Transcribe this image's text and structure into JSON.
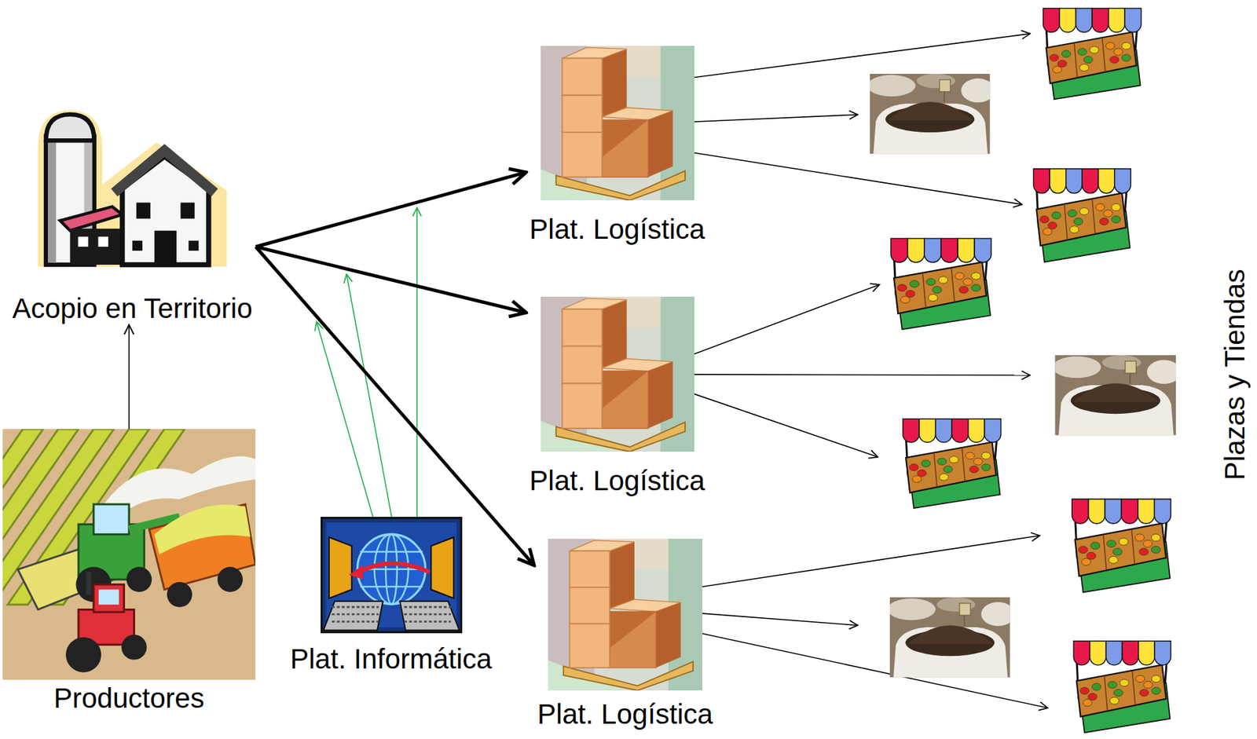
{
  "diagram": {
    "nodes": [
      {
        "text": [
          "Acopio en Territorio"
        ]
      },
      {
        "text": [
          "Productores"
        ]
      },
      {
        "text": [
          "Plat. Informática"
        ]
      },
      {
        "text": [
          "Plat. Logística"
        ]
      },
      {
        "text": [
          "Plat. Logística"
        ]
      },
      {
        "text": [
          "Plat. Logística"
        ]
      }
    ],
    "edges": [
      {
        "from": 1,
        "to": 0,
        "arrow": "to"
      },
      {
        "from": 0,
        "to": 3,
        "arrow": "to"
      },
      {
        "from": 0,
        "to": 4,
        "arrow": "to"
      },
      {
        "from": 0,
        "to": 5,
        "arrow": "to"
      }
    ],
    "labels": [
      "Plazas y Tiendas"
    ]
  }
}
